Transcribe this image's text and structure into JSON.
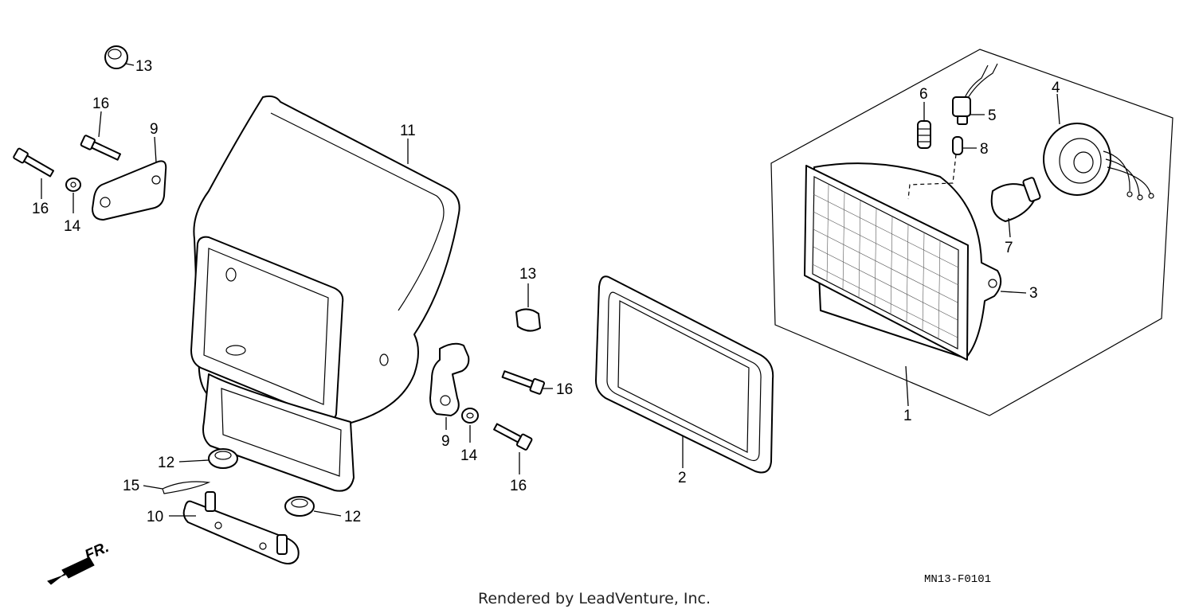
{
  "diagram": {
    "fig_code": "MN13-F0101",
    "credit": "Rendered by LeadVenture, Inc.",
    "front_marker": "FR.",
    "callouts": [
      "13",
      "16",
      "9",
      "16",
      "14",
      "11",
      "13",
      "16",
      "9",
      "14",
      "16",
      "12",
      "15",
      "10",
      "12",
      "2",
      "1",
      "3",
      "6",
      "5",
      "8",
      "7",
      "4"
    ]
  }
}
